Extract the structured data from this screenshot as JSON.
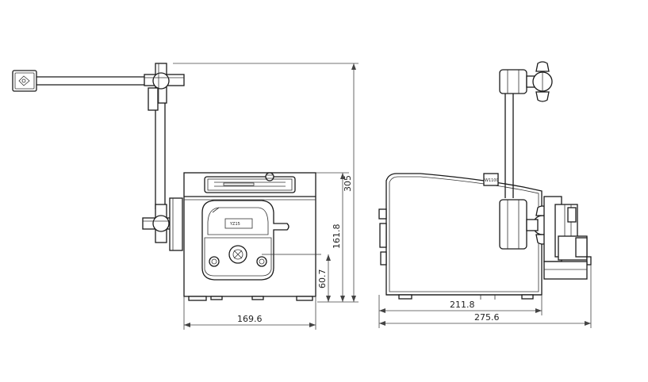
{
  "front_view": {
    "dimensions": {
      "height_total": "305",
      "height_head": "161.8",
      "height_lower": "60.7",
      "width": "169.6"
    },
    "head_display_text": "YZ15"
  },
  "side_view": {
    "dimensions": {
      "depth_body": "211.8",
      "depth_total": "275.6"
    },
    "plate_label": "W1100"
  }
}
